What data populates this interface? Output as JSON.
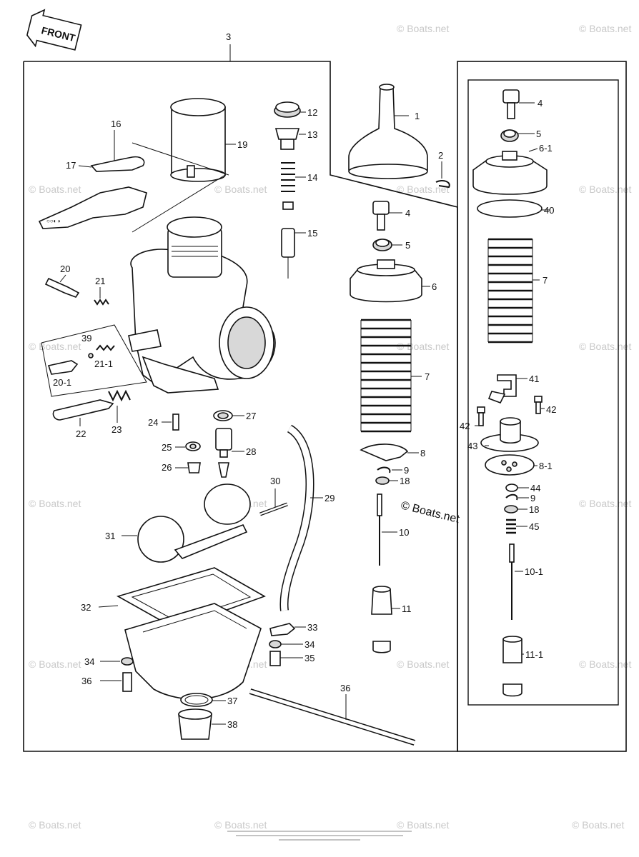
{
  "direction_label": "FRONT",
  "assembly_label": "3",
  "watermark": "© Boats.net",
  "center_watermark": "© Boats.net",
  "callouts": {
    "p1": "1",
    "p2": "2",
    "p4a": "4",
    "p4b": "4",
    "p5a": "5",
    "p5b": "5",
    "p6": "6",
    "p6_1": "6-1",
    "p7a": "7",
    "p7b": "7",
    "p8": "8",
    "p8_1": "8-1",
    "p9a": "9",
    "p9b": "9",
    "p10": "10",
    "p10_1": "10-1",
    "p11": "11",
    "p11_1": "11-1",
    "p12": "12",
    "p13": "13",
    "p14": "14",
    "p15": "15",
    "p16": "16",
    "p17": "17",
    "p18a": "18",
    "p18b": "18",
    "p19": "19",
    "p20": "20",
    "p20_1": "20-1",
    "p21": "21",
    "p21_1": "21-1",
    "p22": "22",
    "p23": "23",
    "p24": "24",
    "p25": "25",
    "p26": "26",
    "p27": "27",
    "p28": "28",
    "p29": "29",
    "p30": "30",
    "p31": "31",
    "p32": "32",
    "p33": "33",
    "p34a": "34",
    "p34b": "34",
    "p35": "35",
    "p36a": "36",
    "p36b": "36",
    "p37": "37",
    "p38": "38",
    "p39": "39",
    "p40": "40",
    "p41": "41",
    "p42a": "42",
    "p42b": "42",
    "p43": "43",
    "p44": "44",
    "p45": "45"
  }
}
